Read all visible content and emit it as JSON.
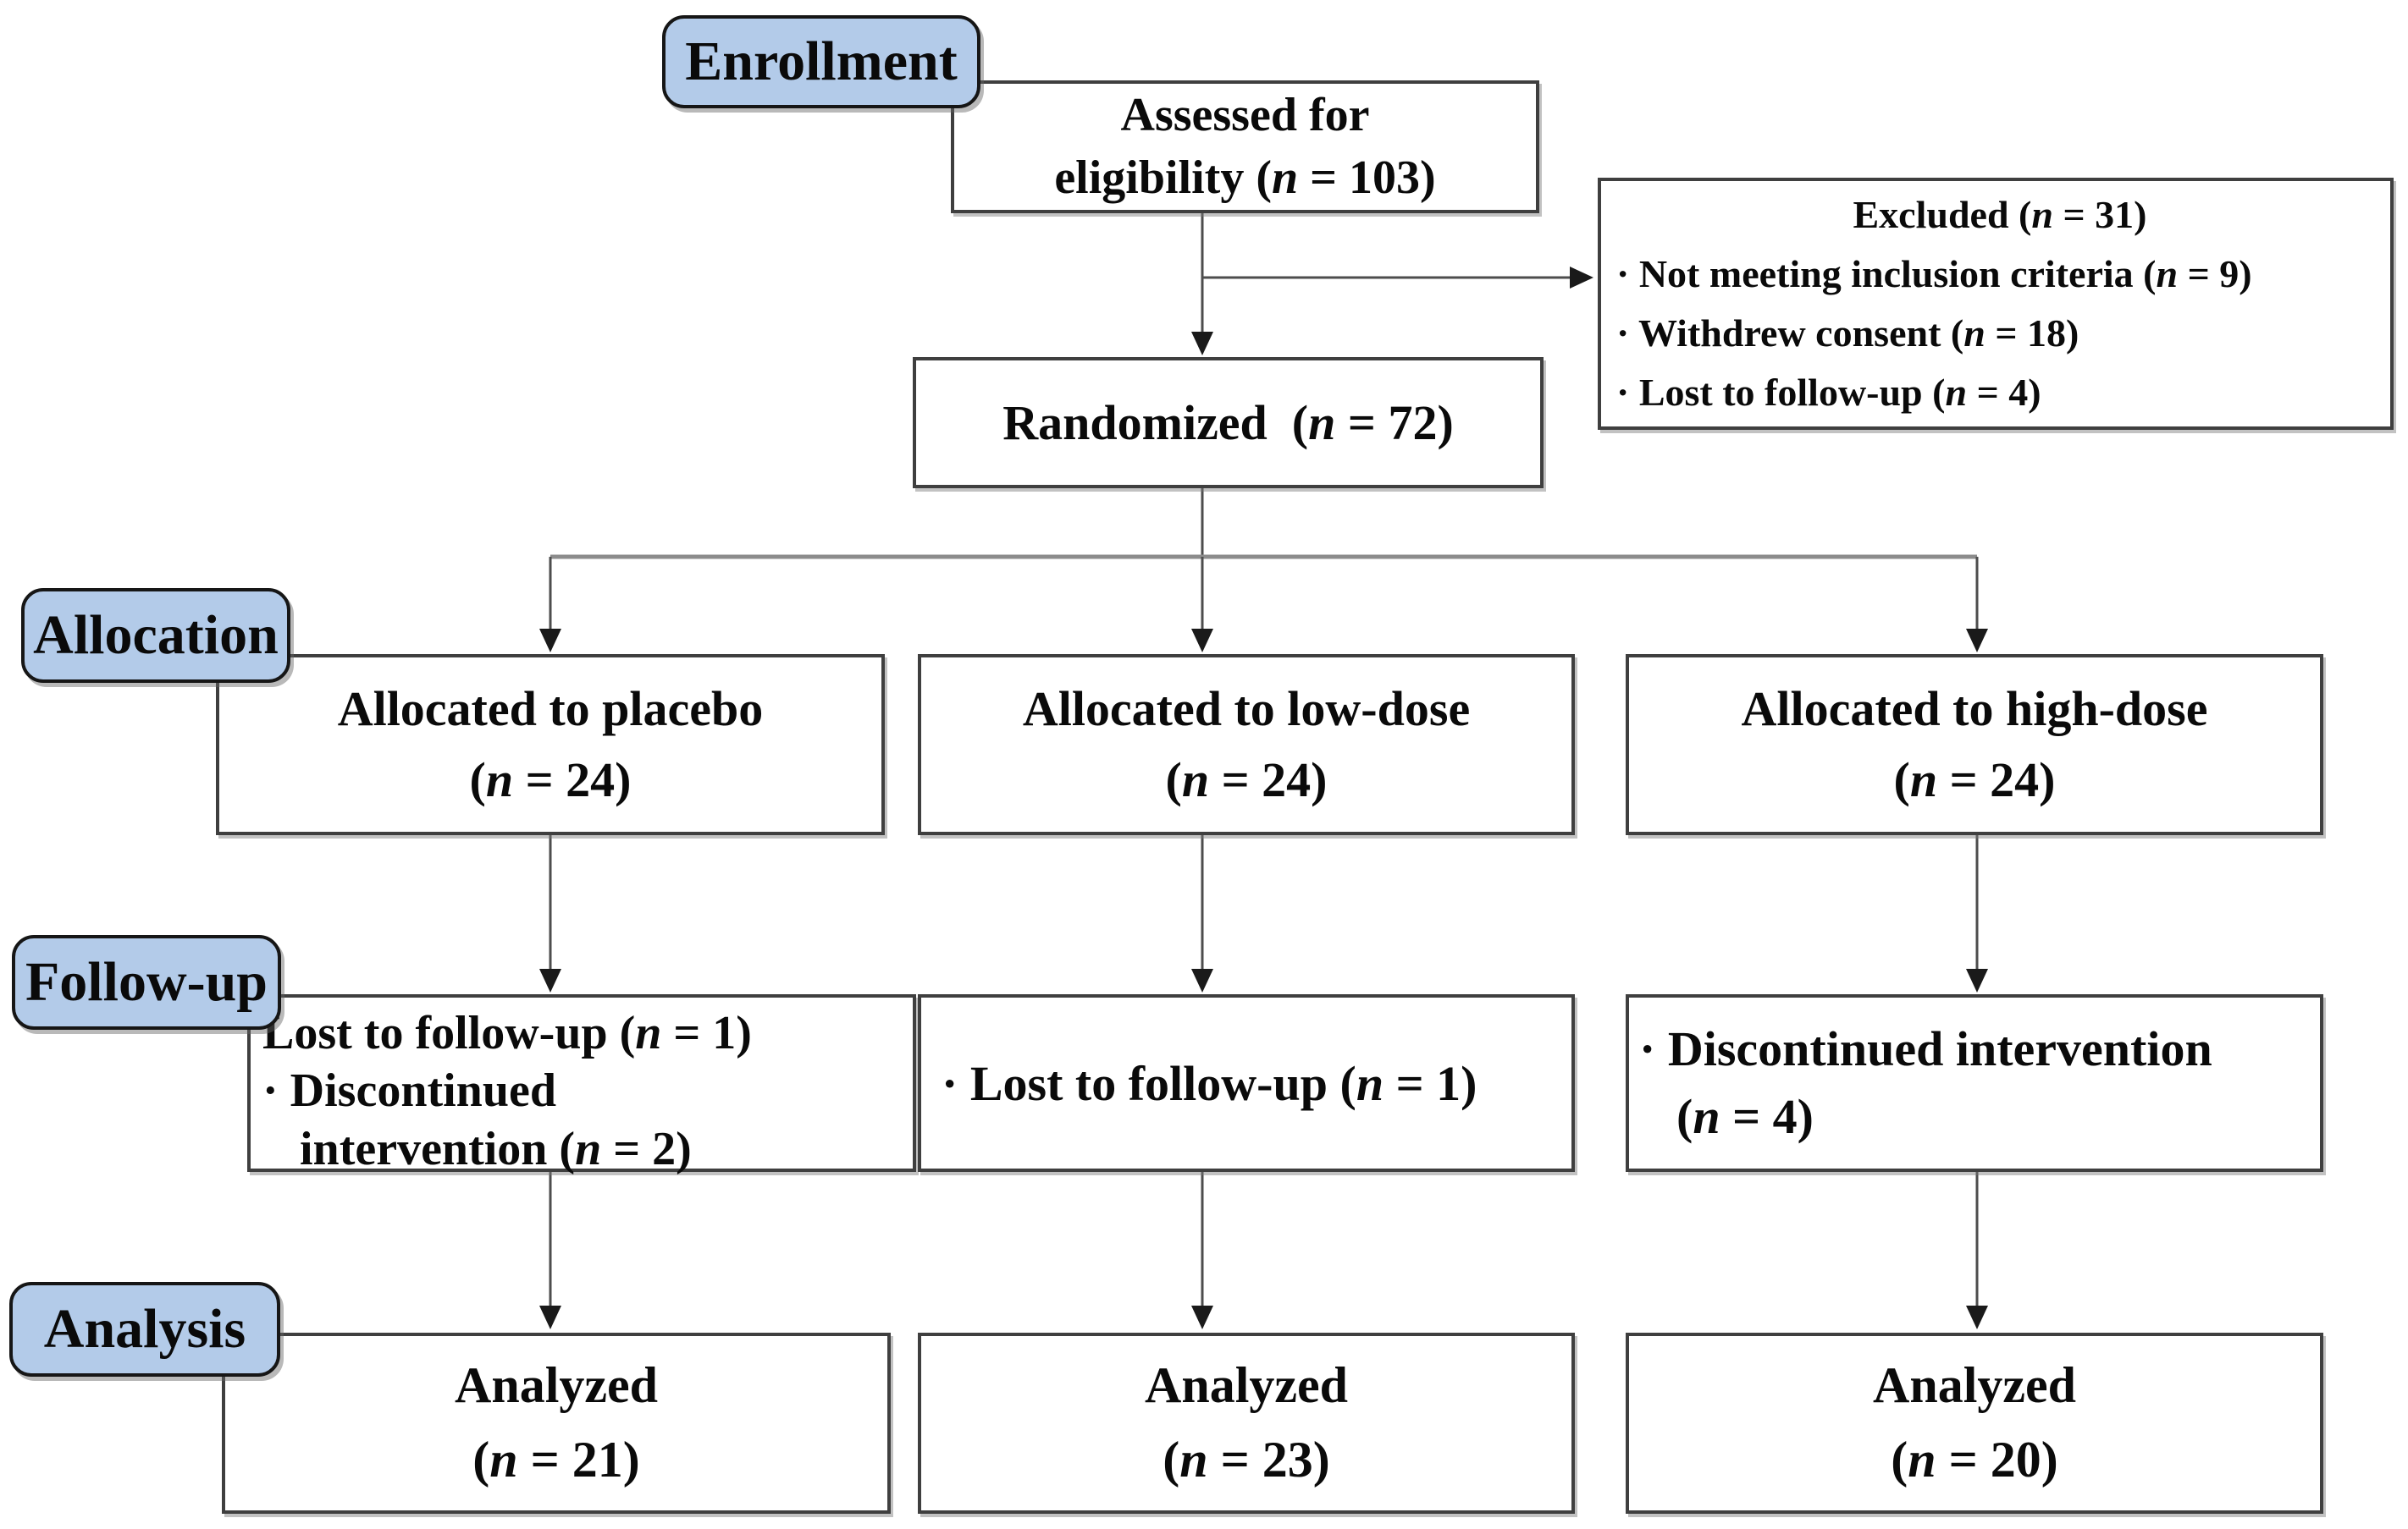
{
  "stages": {
    "enrollment": "Enrollment",
    "allocation": "Allocation",
    "followup": "Follow-up",
    "analysis": "Analysis"
  },
  "colors": {
    "stage_fill": "#b3cbe9",
    "stage_border": "#161616",
    "box_border": "#3f3f3f",
    "line": "#4d4d4d",
    "branch_line": "#8c8c8c",
    "arrowhead": "#1a1a1a"
  },
  "boxes": {
    "assessed": {
      "lines": [
        "Assessed for",
        "eligibility (n = 103)"
      ]
    },
    "excluded": {
      "title": "Excluded (n = 31)",
      "items": [
        "· Not meeting inclusion criteria (n = 9)",
        "· Withdrew consent (n = 18)",
        "· Lost to follow-up (n = 4)"
      ]
    },
    "randomized": {
      "lines": [
        "Randomized  (n = 72)"
      ]
    },
    "allocation": [
      {
        "lines": [
          "Allocated to placebo",
          "(n = 24)"
        ]
      },
      {
        "lines": [
          "Allocated to low-dose",
          "(n = 24)"
        ]
      },
      {
        "lines": [
          "Allocated to high-dose",
          "(n = 24)"
        ]
      }
    ],
    "followup": [
      {
        "lines": [
          "Lost to follow-up (n = 1)",
          "· Discontinued",
          "intervention (n = 2)"
        ]
      },
      {
        "lines": [
          "· Lost to follow-up (n = 1)"
        ]
      },
      {
        "lines": [
          "· Discontinued intervention",
          "(n = 4)"
        ]
      }
    ],
    "analysis": [
      {
        "lines": [
          "Analyzed",
          "(n = 21)"
        ]
      },
      {
        "lines": [
          "Analyzed",
          "(n = 23)"
        ]
      },
      {
        "lines": [
          "Analyzed",
          "(n = 20)"
        ]
      }
    ]
  }
}
